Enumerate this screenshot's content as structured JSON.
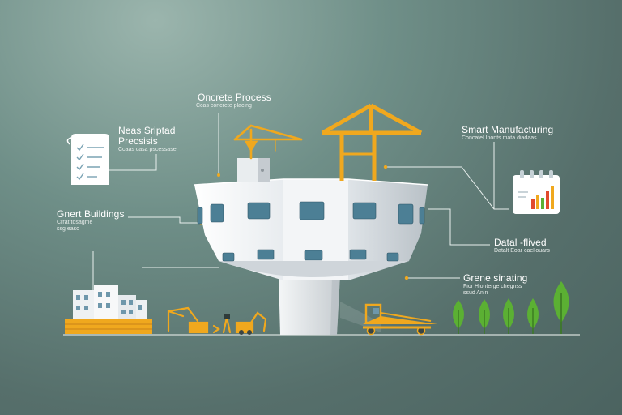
{
  "labels": {
    "concrete_process": {
      "title": "Oncrete Process",
      "sub": "Ccas concrete placing"
    },
    "prefab": {
      "title_line1": "Neas Sriptad",
      "title_line2": "Precsisis",
      "sub": "Ccaas casa pscessase"
    },
    "smart_buildings": {
      "title": "Gnert Buildings",
      "sub_line1": "Crrat tosagme",
      "sub_line2": "ssg easo"
    },
    "smart_manufacturing": {
      "title": "Smart Manufacturing",
      "sub": "Concatel Inonts mata diadaas"
    },
    "data_driven": {
      "title": "Datal -flived",
      "sub": "Datalt Eoar caeliouars"
    },
    "green": {
      "title": "Grene sinating",
      "sub_line1": "Fior Hionterge chegnss",
      "sub_line2": "ssud Anin"
    }
  },
  "colors": {
    "background": "#566f6b",
    "accent": "#f0a81e",
    "building": "#eef1f3",
    "window": "#4c7f95",
    "tree": "#5bb033"
  }
}
